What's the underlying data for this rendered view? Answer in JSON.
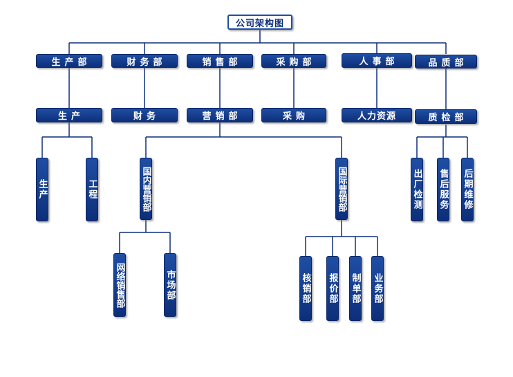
{
  "root": "公司架构图",
  "departments": {
    "production": "生产部",
    "finance": "财务部",
    "sales": "销售部",
    "purchasing": "采购部",
    "hr": "人事部",
    "quality": "品质部"
  },
  "sub": {
    "production": "生产",
    "finance": "财务",
    "sales": "营销部",
    "purchasing": "采购",
    "hr": "人力资源",
    "quality": "质检部"
  },
  "leaves": {
    "prod_a": "生产",
    "prod_b": "工程",
    "domestic": "国内营销部",
    "intl": "国际营销部",
    "qc_out": "出厂检测",
    "qc_after": "售后服务",
    "qc_late": "后期维修",
    "online": "网络销售部",
    "market": "市场部",
    "verify": "核销部",
    "quote": "报价部",
    "docs": "制单部",
    "business": "业务部"
  }
}
